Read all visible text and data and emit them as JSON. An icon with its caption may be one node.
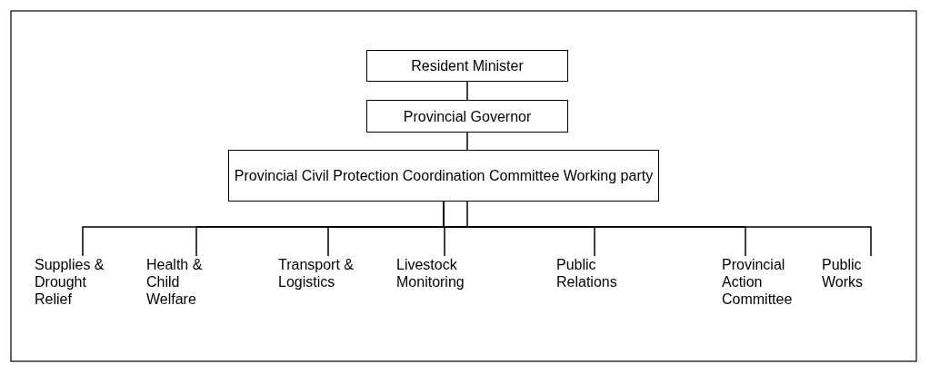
{
  "diagram": {
    "nodes": [
      {
        "text": [
          "Resident Minister"
        ]
      },
      {
        "text": [
          "Provincial Governor"
        ]
      },
      {
        "text": [
          "Provincial Civil Protection Coordination Committee Working party"
        ]
      },
      {
        "text": [
          "Supplies & Drought Relief"
        ]
      },
      {
        "text": [
          "Health & Child Welfare"
        ]
      },
      {
        "text": [
          "Transport & Logistics"
        ]
      },
      {
        "text": [
          "Livestock Monitoring"
        ]
      },
      {
        "text": [
          "Public Relations"
        ]
      },
      {
        "text": [
          "Provincial Action Committee"
        ]
      },
      {
        "text": [
          "Public Works"
        ]
      }
    ],
    "edges": [
      {
        "from": 0,
        "to": 1,
        "arrow": "none"
      },
      {
        "from": 1,
        "to": 2,
        "arrow": "none"
      },
      {
        "from": 2,
        "to": 3,
        "arrow": "none"
      },
      {
        "from": 2,
        "to": 4,
        "arrow": "none"
      },
      {
        "from": 2,
        "to": 5,
        "arrow": "none"
      },
      {
        "from": 2,
        "to": 6,
        "arrow": "none"
      },
      {
        "from": 2,
        "to": 7,
        "arrow": "none"
      },
      {
        "from": 2,
        "to": 8,
        "arrow": "none"
      },
      {
        "from": 2,
        "to": 9,
        "arrow": "none"
      }
    ]
  }
}
